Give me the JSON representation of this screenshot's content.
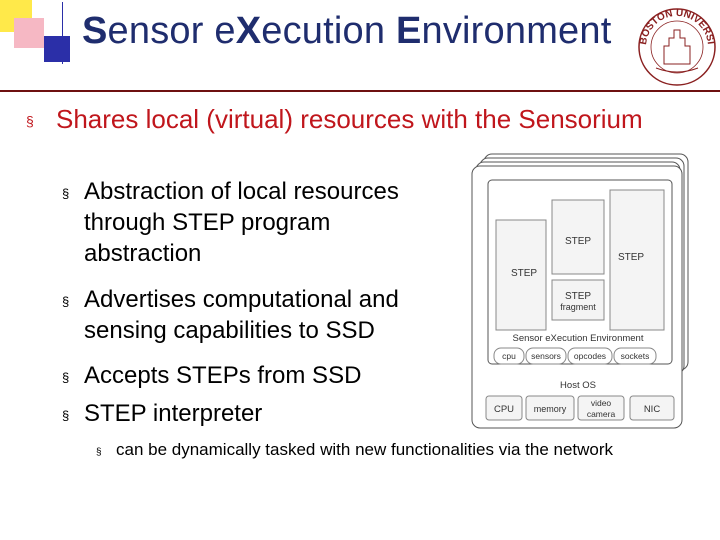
{
  "slide": {
    "title_parts": [
      {
        "text": "S",
        "big": true
      },
      {
        "text": "ensor e",
        "big": false
      },
      {
        "text": "X",
        "big": true
      },
      {
        "text": "ecution ",
        "big": false
      },
      {
        "text": "E",
        "big": true
      },
      {
        "text": "nvironment",
        "big": false
      }
    ],
    "logo_text": "BOSTON UNIVERSITY",
    "colors": {
      "title": "#1f2d6e",
      "bullet1": "#c0161c",
      "rule": "#6e1010"
    }
  },
  "bullets": {
    "marker": "§",
    "level1": "Shares local (virtual) resources with the Sensorium",
    "level2": [
      "Abstraction of local resources through STEP program abstraction",
      "Advertises computational and sensing capabilities to SSD",
      "Accepts STEPs from SSD",
      "STEP interpreter"
    ],
    "level3": "can be dynamically tasked with new functionalities via the network"
  },
  "diagram": {
    "step_left": "STEP",
    "step_mid": "STEP",
    "step_right": "STEP",
    "step_fragment_line1": "STEP",
    "step_fragment_line2": "fragment",
    "see_label": "Sensor eXecution Environment",
    "see_boxes": [
      "cpu",
      "sensors",
      "opcodes",
      "sockets"
    ],
    "host_os": "Host OS",
    "hw_cpu": "CPU",
    "hw_memory": "memory",
    "hw_video_line1": "video",
    "hw_video_line2": "camera",
    "hw_nic": "NIC"
  }
}
